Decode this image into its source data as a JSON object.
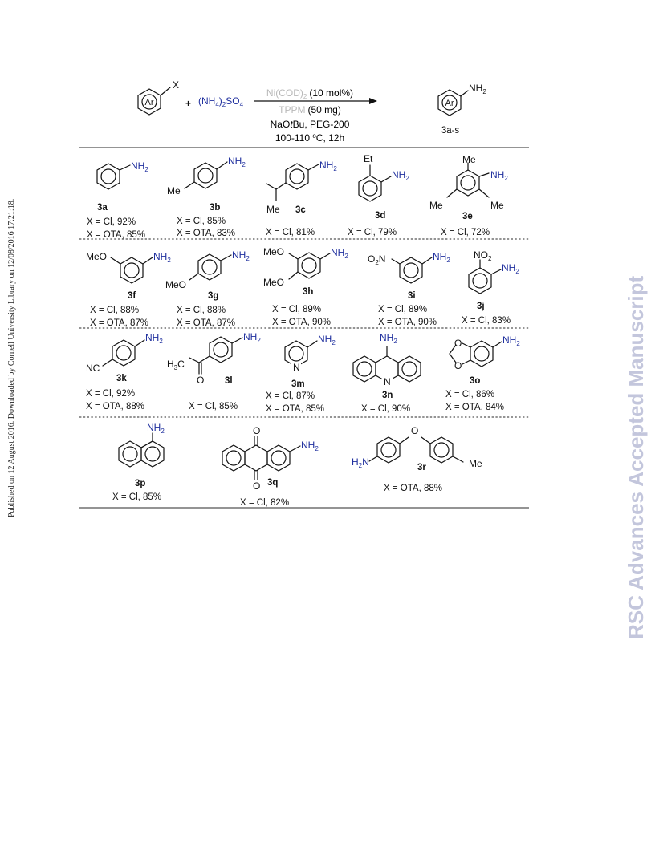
{
  "side_note": "Published on 12 August 2016. Downloaded by Cornell University Library on 12/08/2016 17:21:18.",
  "watermark": "RSC Advances Accepted Manuscript",
  "colors": {
    "amine_blue": "#1f2f9e",
    "watermark_grey": "#c3c6dc",
    "faded_grey": "#b8b8b8"
  },
  "reaction": {
    "reactant_group": "X",
    "ring_label": "Ar",
    "plus": "+",
    "reagent": {
      "left_paren": "(NH",
      "sub_4": "4",
      "right_paren": ")",
      "sub_2": "2",
      "tail": "SO",
      "sub_tail": "4"
    },
    "catalyst": {
      "name": "Ni(COD)",
      "sub": "2",
      "amount": "(10 mol%)"
    },
    "ligand": {
      "name": "TPPM",
      "amount": "(50 mg)"
    },
    "base_solvent": {
      "prefix": "NaO",
      "italic": "t",
      "suffix": "Bu, PEG-200"
    },
    "temperature": {
      "text": "100-110 ",
      "sup": "o",
      "rest": "C, 12h"
    },
    "product_group": "NH",
    "product_sub": "2",
    "product_label": "3a-s"
  },
  "groups": {
    "nh2": "NH",
    "nh2_sub": "2",
    "h2n": "H",
    "h2n_sub": "2",
    "h2n_n": "N",
    "me": "Me",
    "meo": "MeO",
    "et": "Et",
    "o2n": "O",
    "o2n_sub": "2",
    "o2n_n": "N",
    "no2_n": "NO",
    "no2_sub": "2",
    "nc": "NC",
    "h3c": "H",
    "h3c_sub": "3",
    "h3c_c": "C",
    "o": "O",
    "n": "N"
  },
  "products": [
    {
      "id": "3a",
      "yields": [
        "X = Cl, 92%",
        "X = OTA, 85%"
      ]
    },
    {
      "id": "3b",
      "yields": [
        "X = Cl, 85%",
        "X = OTA, 83%"
      ]
    },
    {
      "id": "3c",
      "yields": [
        "X = Cl, 81%"
      ]
    },
    {
      "id": "3d",
      "yields": [
        "X = Cl, 79%"
      ]
    },
    {
      "id": "3e",
      "yields": [
        "X = Cl, 72%"
      ]
    },
    {
      "id": "3f",
      "yields": [
        "X = Cl, 88%",
        "X = OTA, 87%"
      ]
    },
    {
      "id": "3g",
      "yields": [
        "X = Cl, 88%",
        "X = OTA, 87%"
      ]
    },
    {
      "id": "3h",
      "yields": [
        "X = Cl, 89%",
        "X = OTA, 90%"
      ]
    },
    {
      "id": "3i",
      "yields": [
        "X = Cl, 89%",
        "X = OTA, 90%"
      ]
    },
    {
      "id": "3j",
      "yields": [
        "X = Cl, 83%"
      ]
    },
    {
      "id": "3k",
      "yields": [
        "X = Cl, 92%",
        "X = OTA, 88%"
      ]
    },
    {
      "id": "3l",
      "yields": [
        "X = Cl, 85%"
      ]
    },
    {
      "id": "3m",
      "yields": [
        "X = Cl, 87%",
        "X = OTA, 85%"
      ]
    },
    {
      "id": "3n",
      "yields": [
        "X = Cl, 90%"
      ]
    },
    {
      "id": "3o",
      "yields": [
        "X = Cl, 86%",
        "X = OTA, 84%"
      ]
    },
    {
      "id": "3p",
      "yields": [
        "X = Cl, 85%"
      ]
    },
    {
      "id": "3q",
      "yields": [
        "X = Cl, 82%"
      ]
    },
    {
      "id": "3r",
      "yields": [
        "X = OTA, 88%"
      ]
    }
  ]
}
